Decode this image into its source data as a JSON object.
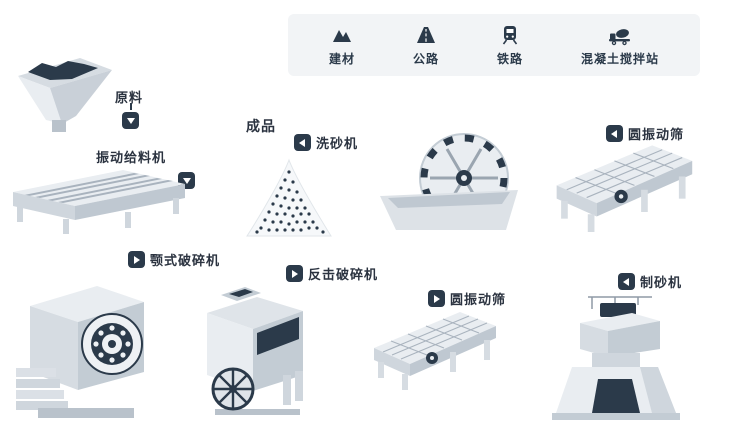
{
  "colors": {
    "navy": "#2b3a4a",
    "machine_light": "#e9edf1",
    "machine_mid": "#d6dce2",
    "machine_shade": "#c3ccd4",
    "legend_bg": "#f2f4f6",
    "background": "#ffffff"
  },
  "legend": {
    "items": [
      {
        "label": "建材",
        "icon": "building-materials-icon"
      },
      {
        "label": "公路",
        "icon": "highway-icon"
      },
      {
        "label": "铁路",
        "icon": "railway-icon"
      },
      {
        "label": "混凝土搅拌站",
        "icon": "concrete-mixing-plant-icon"
      }
    ]
  },
  "nodes": {
    "raw_material": {
      "label": "原料",
      "badge_icon": "play-down-icon"
    },
    "vibrating_feeder": {
      "label": "振动给料机",
      "badge_icon": "play-down-icon"
    },
    "jaw_crusher": {
      "label": "颚式破碎机",
      "badge_icon": "play-right-icon"
    },
    "impact_crusher": {
      "label": "反击破碎机",
      "badge_icon": "play-right-icon"
    },
    "vibrating_screen_bottom": {
      "label": "圆振动筛",
      "badge_icon": "play-right-icon"
    },
    "sand_maker": {
      "label": "制砂机",
      "badge_icon": "play-left-icon"
    },
    "sand_washer": {
      "label": "洗砂机",
      "badge_icon": "play-left-icon"
    },
    "vibrating_screen_top": {
      "label": "圆振动筛",
      "badge_icon": "play-left-icon"
    },
    "finished_product": {
      "label": "成品",
      "badge_icon": "play-left-icon"
    }
  }
}
